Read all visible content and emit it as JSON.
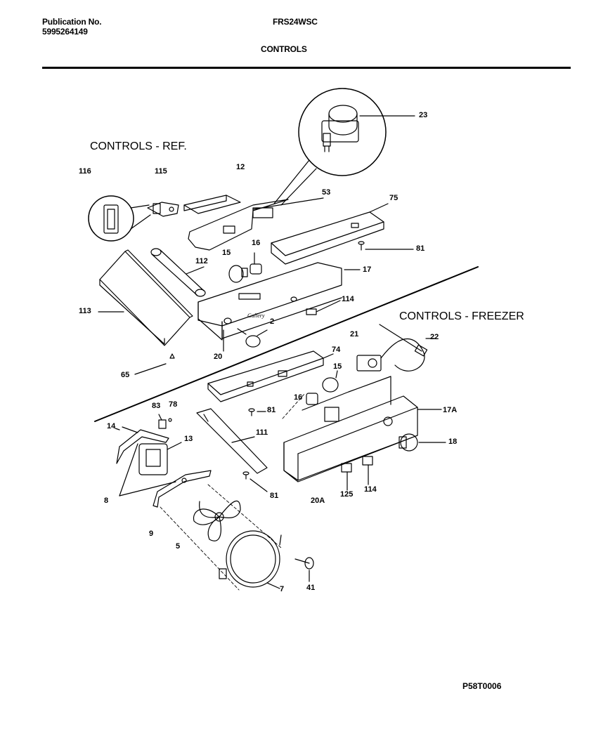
{
  "header": {
    "publication_label": "Publication No.",
    "publication_number": "5995264149",
    "model": "FRS24WSC",
    "section_title": "CONTROLS"
  },
  "groups": {
    "ref": "CONTROLS - REF.",
    "freezer": "CONTROLS - FREEZER"
  },
  "callouts": {
    "c116": "116",
    "c115": "115",
    "c12": "12",
    "c53": "53",
    "c23": "23",
    "c75": "75",
    "c15a": "15",
    "c16a": "16",
    "c112": "112",
    "c81a": "81",
    "c17": "17",
    "c113": "113",
    "c114a": "114",
    "c2": "2",
    "c20": "20",
    "c65": "65",
    "c74": "74",
    "c21": "21",
    "c22": "22",
    "c15b": "15",
    "c16b": "16",
    "c81b": "81",
    "c83": "83",
    "c78": "78",
    "c17a": "17A",
    "c14": "14",
    "c13": "13",
    "c111": "111",
    "c18": "18",
    "c8": "8",
    "c81c": "81",
    "c20a": "20A",
    "c125": "125",
    "c114b": "114",
    "c9": "9",
    "c5": "5",
    "c41": "41",
    "c7": "7"
  },
  "figure_code": "P58T0006"
}
